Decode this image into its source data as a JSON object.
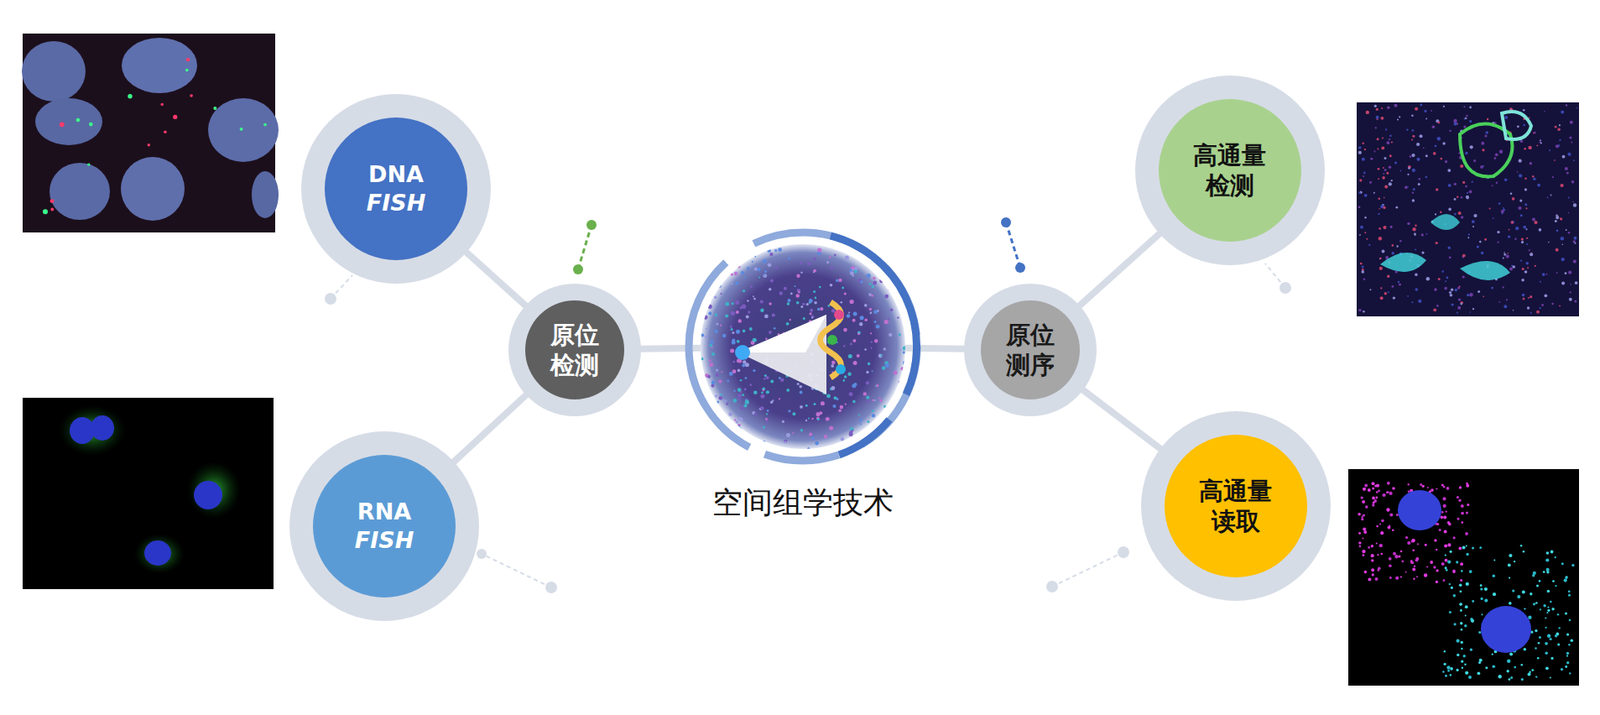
{
  "diagram": {
    "nodes": [
      {
        "text": [
          "DNA",
          "FISH"
        ]
      },
      {
        "text": [
          "RNA",
          "FISH"
        ]
      },
      {
        "text": [
          "原位检测"
        ]
      },
      {
        "text": [
          "空间组学技术"
        ]
      },
      {
        "text": [
          "原位测序"
        ]
      },
      {
        "text": [
          "高通量检测"
        ]
      },
      {
        "text": [
          "高通量读取"
        ]
      }
    ],
    "edges": [
      {
        "from": 2,
        "to": 3,
        "arrow": "none"
      },
      {
        "from": 2,
        "to": 0,
        "arrow": "none"
      },
      {
        "from": 2,
        "to": 1,
        "arrow": "none"
      },
      {
        "from": 3,
        "to": 4,
        "arrow": "none"
      },
      {
        "from": 4,
        "to": 5,
        "arrow": "none"
      },
      {
        "from": 4,
        "to": 6,
        "arrow": "none"
      }
    ]
  }
}
